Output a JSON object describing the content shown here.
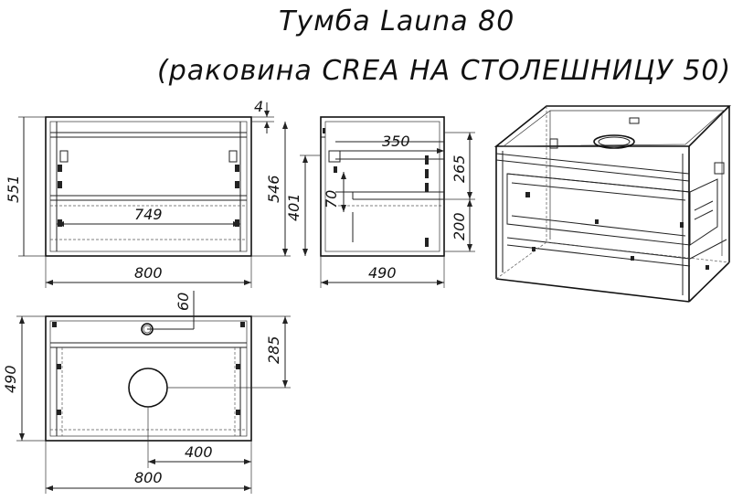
{
  "title": {
    "line1": "Тумба Launa 80",
    "line2": "(раковина CREA НА СТОЛЕШНИЦУ 50)"
  },
  "front_view": {
    "height": "551",
    "inner_width": "749",
    "width": "800",
    "panel": "4",
    "side_height": "546"
  },
  "side_view": {
    "depth_top": "350",
    "upper": "265",
    "lower": "200",
    "total": "401",
    "offset": "70",
    "depth": "490"
  },
  "top_view": {
    "hole": "60",
    "hole_depth": "285",
    "depth": "490",
    "center_offset": "400",
    "width": "800"
  },
  "colors": {
    "line": "#222222",
    "background": "#ffffff"
  }
}
